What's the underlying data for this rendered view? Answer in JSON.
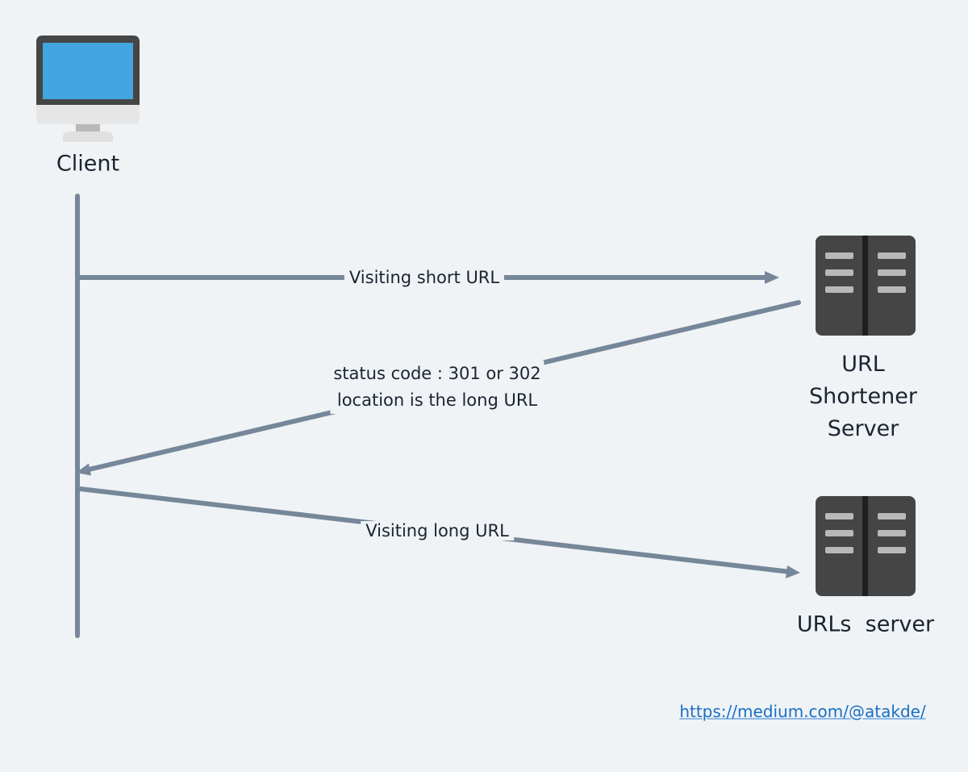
{
  "nodes": {
    "client": {
      "label": "Client",
      "icon": "desktop-monitor-icon"
    },
    "url_shortener": {
      "label": "URL\nShortener\nServer",
      "icon": "server-rack-icon"
    },
    "urls_server": {
      "label": "URLs  server",
      "icon": "server-rack-icon"
    }
  },
  "edges": {
    "visiting_short": "Visiting short URL",
    "redirect": "status code : 301 or 302\nlocation is the long URL",
    "visiting_long": "Visiting long URL"
  },
  "footer": {
    "source_link": "https://medium.com/@atakde/"
  },
  "colors": {
    "background": "#eff3f6",
    "arrow": "#76879a",
    "text": "#1b2430",
    "monitor_screen": "#42a5df",
    "monitor_bezel": "#454545",
    "server_body": "#454545",
    "server_slot": "#b8b8b8",
    "link": "#1a6fc4"
  }
}
